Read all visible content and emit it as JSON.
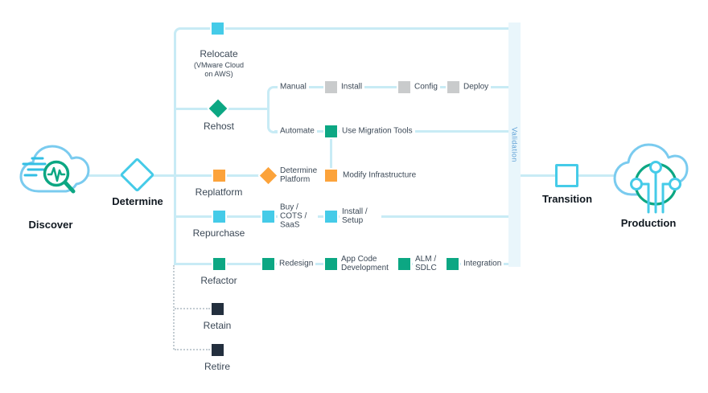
{
  "palette": {
    "line": "#c8ebf5",
    "cyan": "#45cbe8",
    "green": "#0ca783",
    "orange": "#fca33b",
    "gray": "#c9cbcc",
    "navy": "#232f3e",
    "cloud_outline": "#7acbef",
    "validation_bar": "#e9f6fb",
    "validation_text": "#5c9fd6",
    "text_dark": "#101820",
    "text_label": "#3b4856"
  },
  "stages": {
    "discover": "Discover",
    "determine": "Determine",
    "validation": "Validation",
    "transition": "Transition",
    "production": "Production"
  },
  "strategies": {
    "relocate": {
      "label": "Relocate",
      "sublabel": "(VMware Cloud on AWS)"
    },
    "rehost": {
      "label": "Rehost"
    },
    "replatform": {
      "label": "Replatform"
    },
    "repurchase": {
      "label": "Repurchase"
    },
    "refactor": {
      "label": "Refactor"
    },
    "retain": {
      "label": "Retain"
    },
    "retire": {
      "label": "Retire"
    }
  },
  "steps": {
    "manual": "Manual",
    "install": "Install",
    "config": "Config",
    "deploy": "Deploy",
    "automate": "Automate",
    "use_migration_tools": "Use Migration Tools",
    "determine_platform": "Determine Platform",
    "modify_infrastructure": "Modify Infrastructure",
    "buy_cots_saas": "Buy / COTS / SaaS",
    "install_setup": "Install / Setup",
    "redesign": "Redesign",
    "app_code_development": "App Code Development",
    "alm_sdlc": "ALM / SDLC",
    "integration": "Integration"
  }
}
